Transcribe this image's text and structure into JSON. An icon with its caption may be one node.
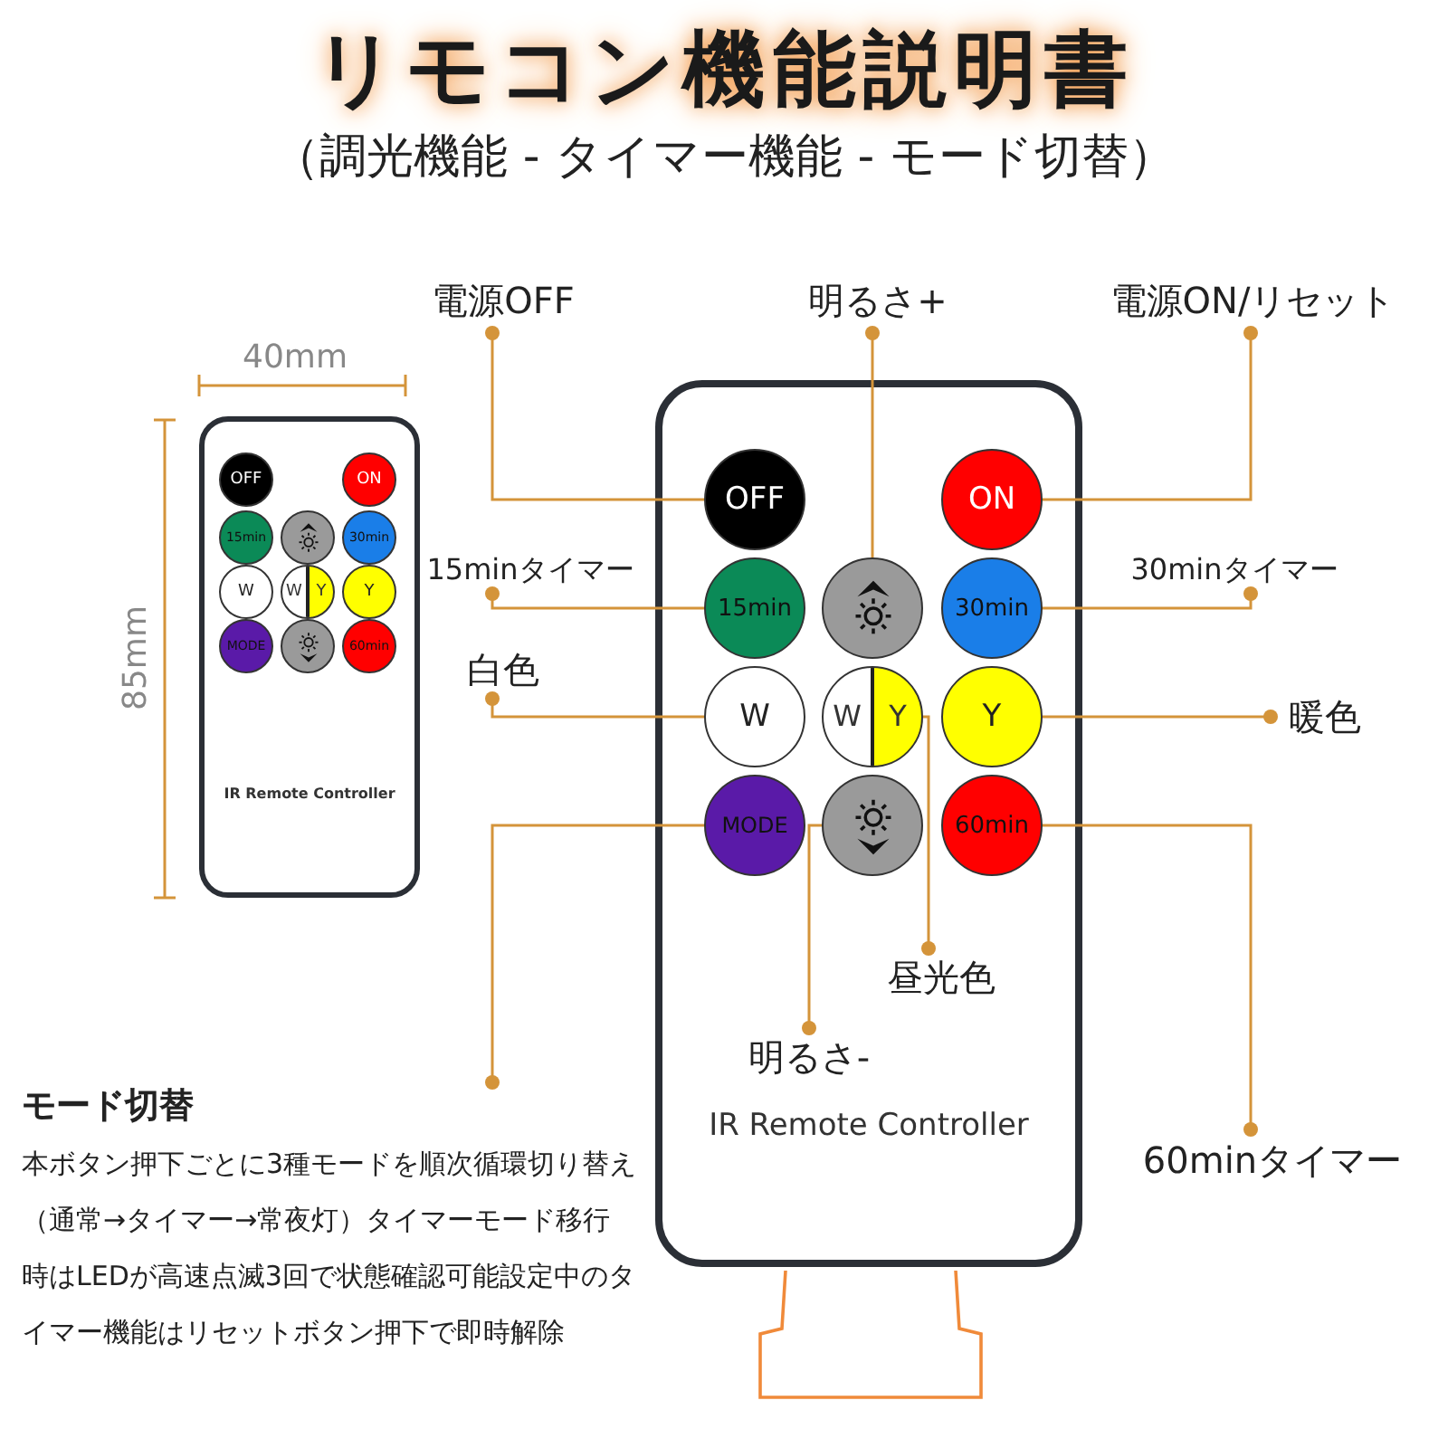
{
  "diagram": {
    "title": "リモコン機能説明書",
    "caption": "（調光機能 - タイマー機能 - モード切替）",
    "nodes": [
      {
        "text": [
          "IR Remote Controller"
        ]
      },
      {
        "text": [
          "OFF"
        ],
        "in": 0
      },
      {
        "text": [],
        "shape": "circle",
        "in": 0
      },
      {
        "text": [
          "ON"
        ],
        "in": 0
      },
      {
        "text": [
          "15min"
        ],
        "in": 0
      },
      {
        "text": [
          "30min"
        ],
        "in": 0
      },
      {
        "text": [
          "W"
        ],
        "in": 0
      },
      {
        "text": [
          "W",
          "Y"
        ],
        "in": 0
      },
      {
        "text": [
          "Y"
        ],
        "in": 0
      },
      {
        "text": [
          "MODE"
        ],
        "in": 0
      },
      {
        "text": [],
        "shape": "circle",
        "in": 0
      },
      {
        "text": [
          "60min"
        ],
        "in": 0
      },
      {
        "text": [
          "電源OFF"
        ]
      },
      {
        "text": [
          "明るさ+"
        ]
      },
      {
        "text": [
          "電源ON/リセット"
        ]
      },
      {
        "text": [
          "15minタイマー"
        ]
      },
      {
        "text": [
          "30minタイマー"
        ]
      },
      {
        "text": [
          "白色"
        ]
      },
      {
        "text": [
          "暖色"
        ]
      },
      {
        "text": [
          "昼光色"
        ],
        "in": 0
      },
      {
        "text": [
          "明るさ-"
        ],
        "in": 0
      },
      {
        "text": [
          "60minタイマー"
        ]
      },
      {
        "text": [
          "モード切替",
          "本ボタン押下ごとに3種モードを順次循環切り替え（通常→タイマー→常夜灯）タイマーモード移行時はLEDが高速点滅3回で状態確認可能設定中のタイマー機能はリセットボタン押下で即時解除"
        ]
      },
      {
        "text": [
          "IR Remote Controller"
        ]
      },
      {
        "text": [
          "OFF"
        ],
        "in": 23
      },
      {
        "text": [
          "ON"
        ],
        "in": 23
      },
      {
        "text": [
          "15min"
        ],
        "in": 23
      },
      {
        "text": [],
        "shape": "circle",
        "in": 23
      },
      {
        "text": [
          "30min"
        ],
        "in": 23
      },
      {
        "text": [
          "W"
        ],
        "in": 23
      },
      {
        "text": [
          "W",
          "Y"
        ],
        "in": 23
      },
      {
        "text": [
          "Y"
        ],
        "in": 23
      },
      {
        "text": [
          "MODE"
        ],
        "in": 23
      },
      {
        "text": [],
        "shape": "circle",
        "in": 23
      },
      {
        "text": [
          "60min"
        ],
        "in": 23
      }
    ],
    "edges": [
      {
        "from": 12,
        "to": 1,
        "arrow": "other",
        "color": "#d4943a"
      },
      {
        "from": 13,
        "to": 2,
        "arrow": "other",
        "color": "#d4943a"
      },
      {
        "from": 14,
        "to": 3,
        "arrow": "other",
        "color": "#d4943a"
      },
      {
        "from": 15,
        "to": 4,
        "arrow": "other",
        "color": "#d4943a"
      },
      {
        "from": 16,
        "to": 5,
        "arrow": "other",
        "color": "#d4943a"
      },
      {
        "from": 17,
        "to": 6,
        "arrow": "other",
        "color": "#d4943a"
      },
      {
        "from": 18,
        "to": 8,
        "arrow": "other",
        "color": "#d4943a"
      },
      {
        "from": 19,
        "to": 7,
        "arrow": "other",
        "color": "#d4943a"
      },
      {
        "from": 20,
        "to": 10,
        "arrow": "other",
        "color": "#d4943a"
      },
      {
        "from": 21,
        "to": 11,
        "arrow": "other",
        "color": "#d4943a"
      },
      {
        "from": 22,
        "to": 9,
        "arrow": "other",
        "color": "#d4943a"
      }
    ],
    "labels": [
      "40mm",
      "85mm"
    ]
  }
}
